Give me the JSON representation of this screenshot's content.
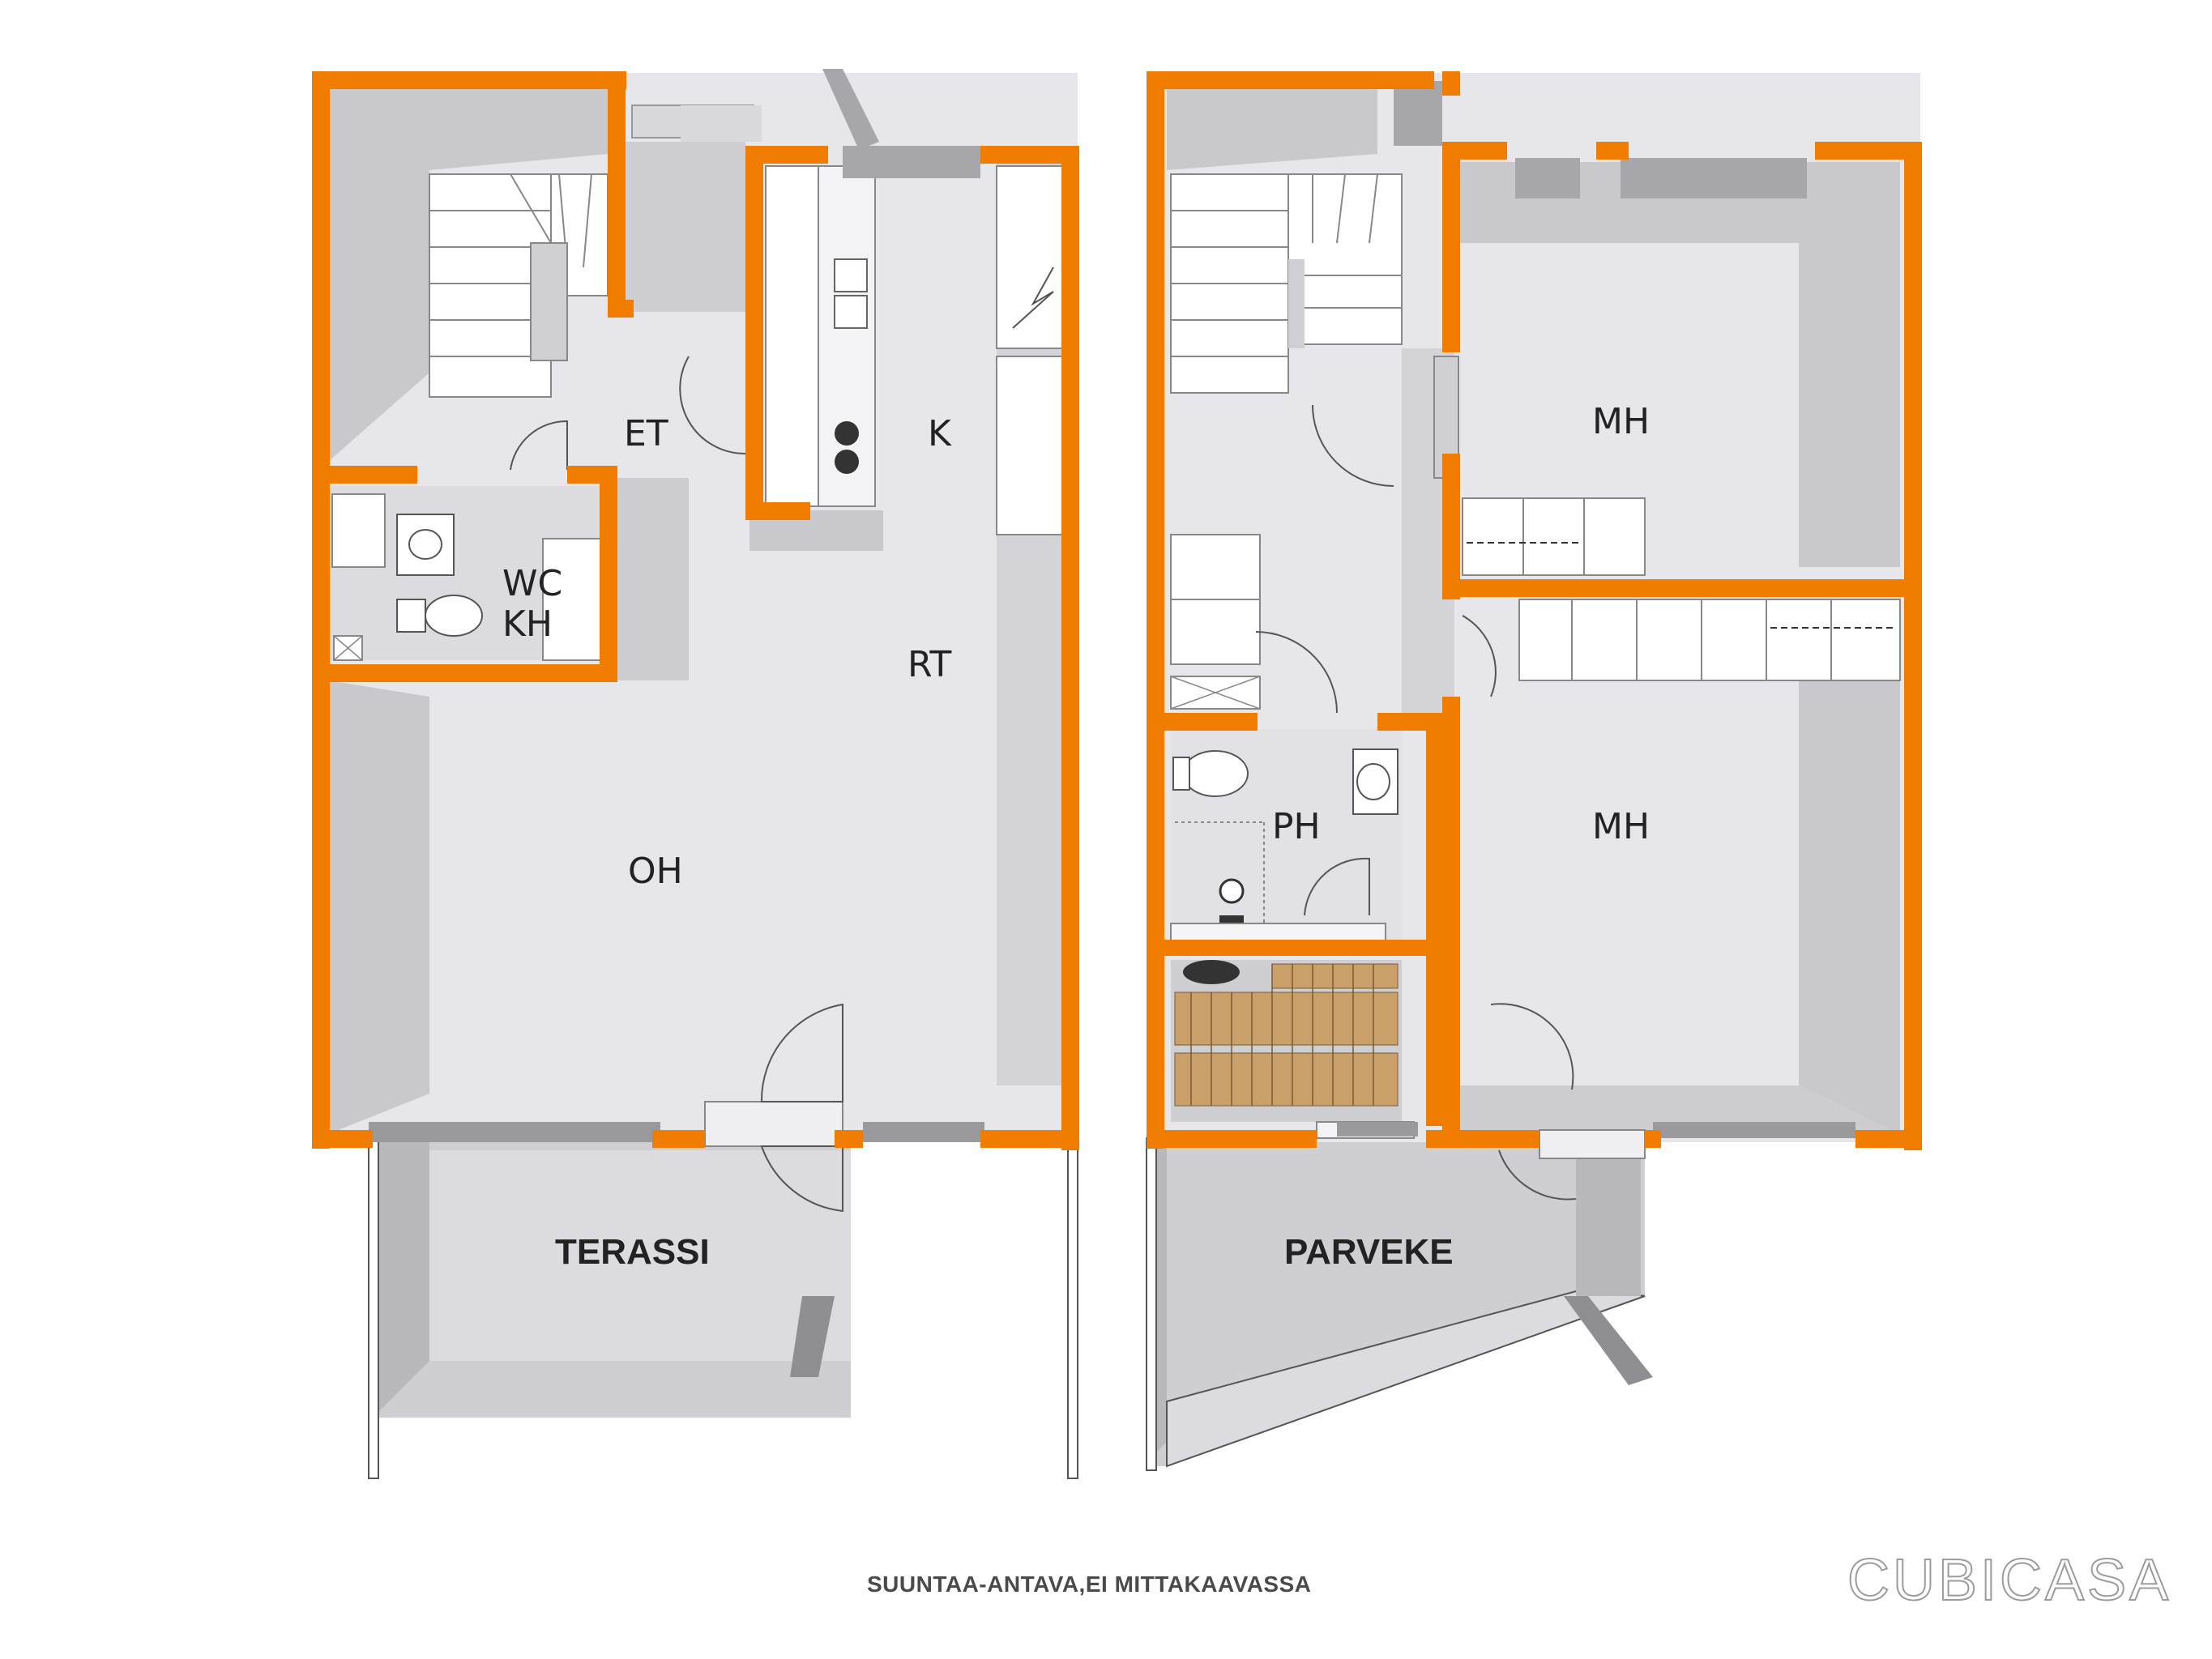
{
  "colors": {
    "wall": "#f07d00",
    "floor": "#e6e6ea",
    "wall_side": "#c9c9cd",
    "fixture": "#ffffff",
    "sauna_bench": "#c9a06a"
  },
  "rooms": {
    "et": "ET",
    "k": "K",
    "wc_line1": "WC",
    "wc_line2": "KH",
    "rt": "RT",
    "oh": "OH",
    "terassi": "TERASSI",
    "mh_upper": "MH",
    "mh_lower": "MH",
    "ph": "PH",
    "parveke": "PARVEKE"
  },
  "footer": {
    "note": "SUUNTAA-ANTAVA,EI MITTAKAAVASSA",
    "brand": "CUBICASA"
  }
}
